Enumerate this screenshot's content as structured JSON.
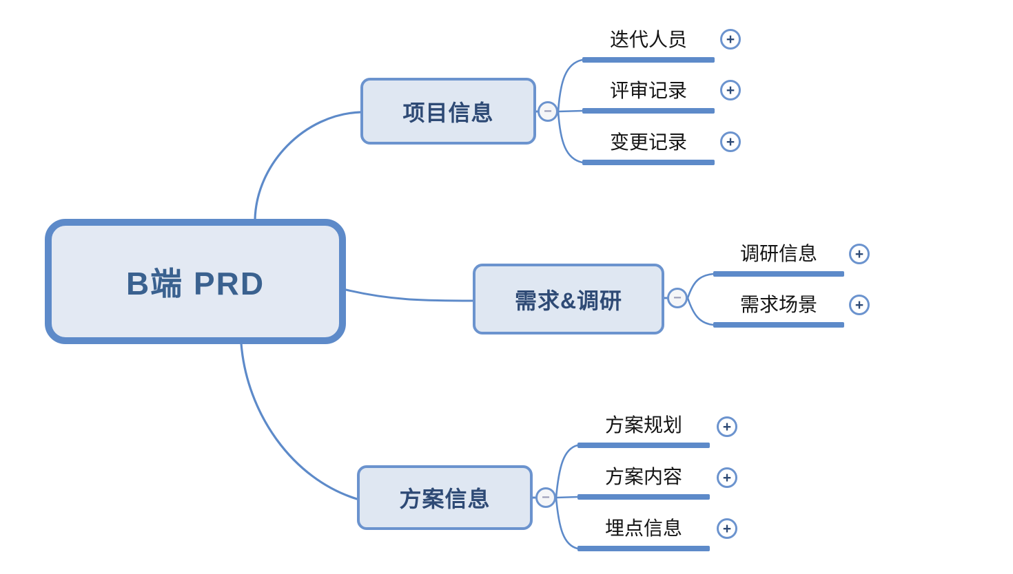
{
  "app": {
    "type": "mindmap-canvas",
    "background": "#ffffff"
  },
  "colors": {
    "accent_blue": "#5D8AC9",
    "node_border_blue": "#6B93CE",
    "node_fill_light": "#DFE7F2",
    "root_fill": "#E3E9F3",
    "root_text": "#3A618F",
    "branch_text": "#2E4A75",
    "leaf_text": "#141414",
    "collapse_glyph_color": "#9B9EB8"
  },
  "icons": {
    "collapse": "−",
    "expand": "+"
  },
  "mindmap": {
    "root": {
      "label": "B端 PRD"
    },
    "branches": [
      {
        "label": "项目信息",
        "collapsed": false,
        "children": [
          {
            "label": "迭代人员"
          },
          {
            "label": "评审记录"
          },
          {
            "label": "变更记录"
          }
        ]
      },
      {
        "label": "需求&调研",
        "collapsed": false,
        "children": [
          {
            "label": "调研信息"
          },
          {
            "label": "需求场景"
          }
        ]
      },
      {
        "label": "方案信息",
        "collapsed": false,
        "children": [
          {
            "label": "方案规划"
          },
          {
            "label": "方案内容"
          },
          {
            "label": "埋点信息"
          }
        ]
      }
    ]
  }
}
